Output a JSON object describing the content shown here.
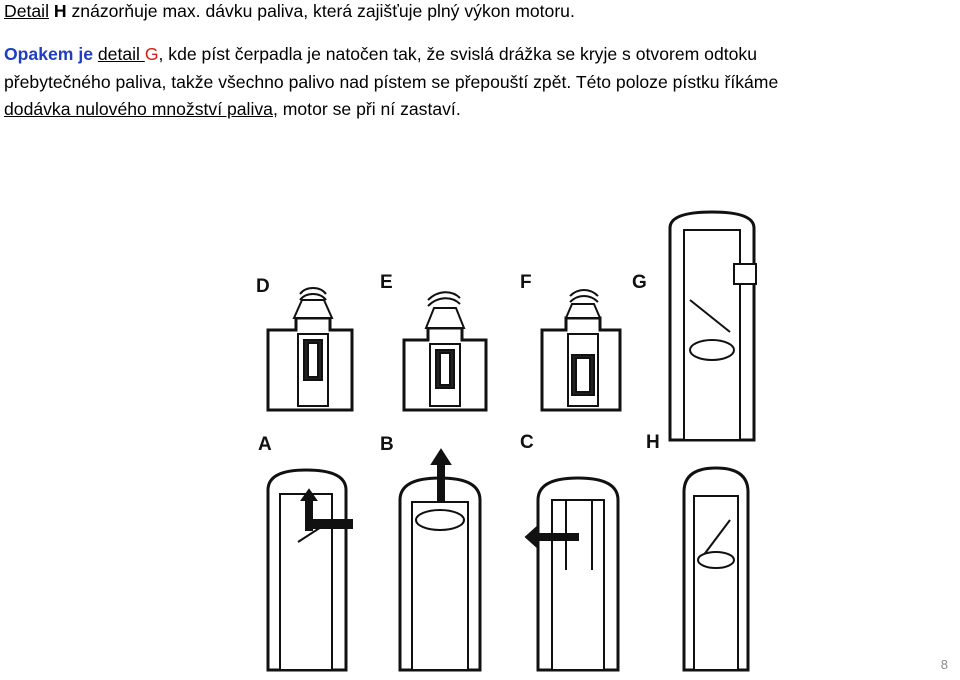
{
  "text": {
    "l1_detail": "Detail",
    "l1_H": "H",
    "l1_rest": " znázorňuje max. dávku paliva, která zajišťuje plný výkon motoru.",
    "l2_opakem": "Opakem je",
    "l2_space": " ",
    "l2_detail": "detail ",
    "l2_G": "G",
    "l2_rest": ", kde píst čerpadla je natočen tak, že svislá drážka se kryje s otvorem odtoku",
    "l3": "přebytečného paliva, takže všechno palivo nad pístem se přepouští zpět. Této poloze pístku říkáme",
    "l4_u": "dodávka nulového množství paliva",
    "l4_rest": ", motor se při ní zastaví."
  },
  "figure_labels": {
    "D": "D",
    "E": "E",
    "F": "F",
    "G": "G",
    "A": "A",
    "B": "B",
    "C": "C",
    "H": "H"
  },
  "page_number": "8",
  "colors": {
    "blue": "#1f3fbf",
    "red": "#d81c1c"
  }
}
